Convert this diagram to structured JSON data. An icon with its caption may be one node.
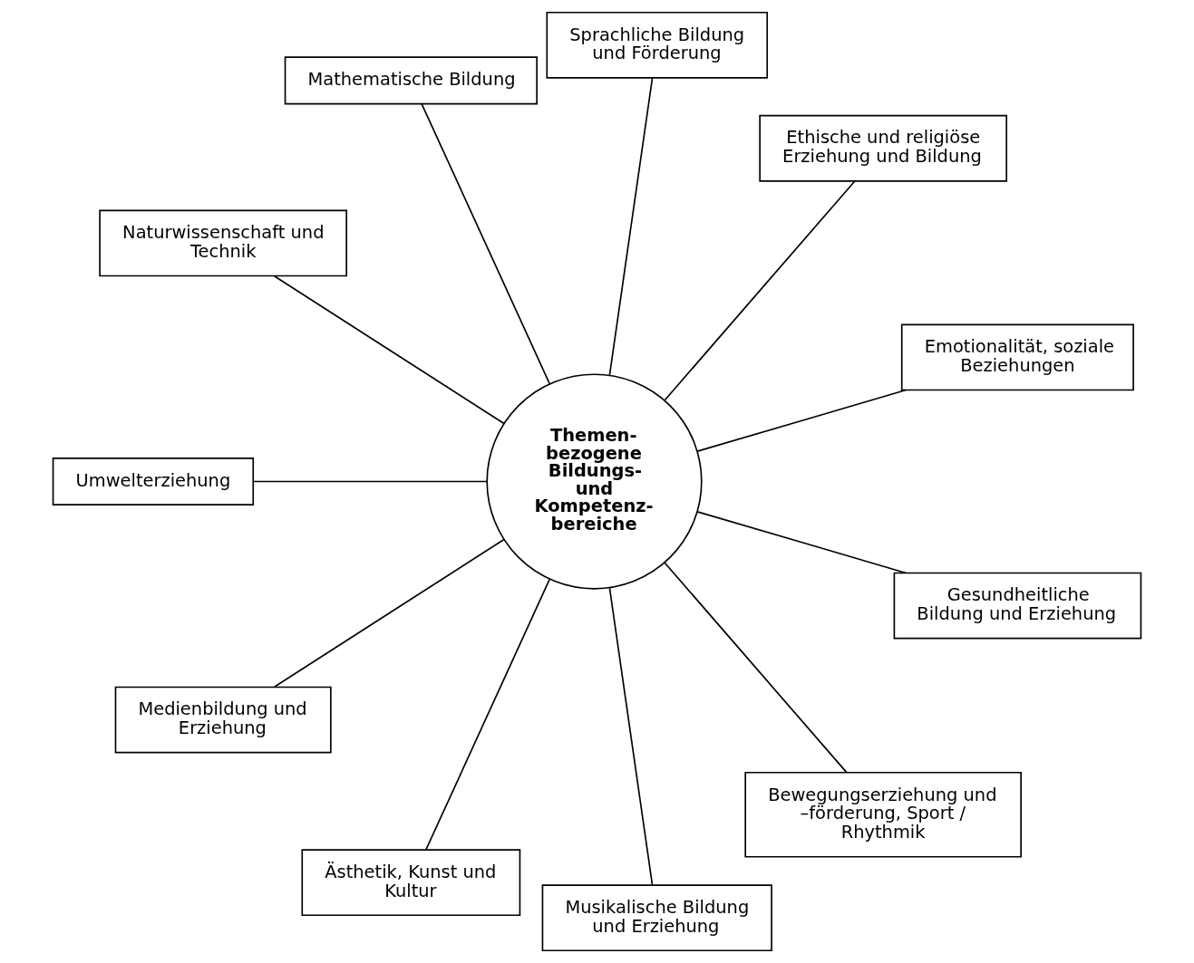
{
  "diagram": {
    "nodes": [
      {
        "text": [
          "Themen- bezogene Bildungs- und Kompetenz- bereiche"
        ]
      },
      {
        "text": [
          "Emotionalität, soziale Beziehungen"
        ]
      },
      {
        "text": [
          "Ethische und religiöse Erziehung und Bildung"
        ]
      },
      {
        "text": [
          "Sprachliche Bildung und Förderung"
        ]
      },
      {
        "text": [
          "Mathematische Bildung"
        ]
      },
      {
        "text": [
          "Naturwissenschaft und Technik"
        ]
      },
      {
        "text": [
          "Umwelterziehung"
        ]
      },
      {
        "text": [
          "Medienbildung und Erziehung"
        ]
      },
      {
        "text": [
          "Ästhetik, Kunst und Kultur"
        ]
      },
      {
        "text": [
          "Musikalische Bildung und Erziehung"
        ]
      },
      {
        "text": [
          "Bewegungserziehung und –förderung, Sport / Rhythmik"
        ]
      },
      {
        "text": [
          "Gesundheitliche Bildung und Erziehung"
        ]
      }
    ],
    "edges": [
      {
        "from": 0,
        "to": 1,
        "arrow": "none"
      },
      {
        "from": 0,
        "to": 2,
        "arrow": "none"
      },
      {
        "from": 0,
        "to": 3,
        "arrow": "none"
      },
      {
        "from": 0,
        "to": 4,
        "arrow": "none"
      },
      {
        "from": 0,
        "to": 5,
        "arrow": "none"
      },
      {
        "from": 0,
        "to": 6,
        "arrow": "none"
      },
      {
        "from": 0,
        "to": 7,
        "arrow": "none"
      },
      {
        "from": 0,
        "to": 8,
        "arrow": "none"
      },
      {
        "from": 0,
        "to": 9,
        "arrow": "none"
      },
      {
        "from": 0,
        "to": 10,
        "arrow": "none"
      },
      {
        "from": 0,
        "to": 11,
        "arrow": "none"
      }
    ]
  }
}
